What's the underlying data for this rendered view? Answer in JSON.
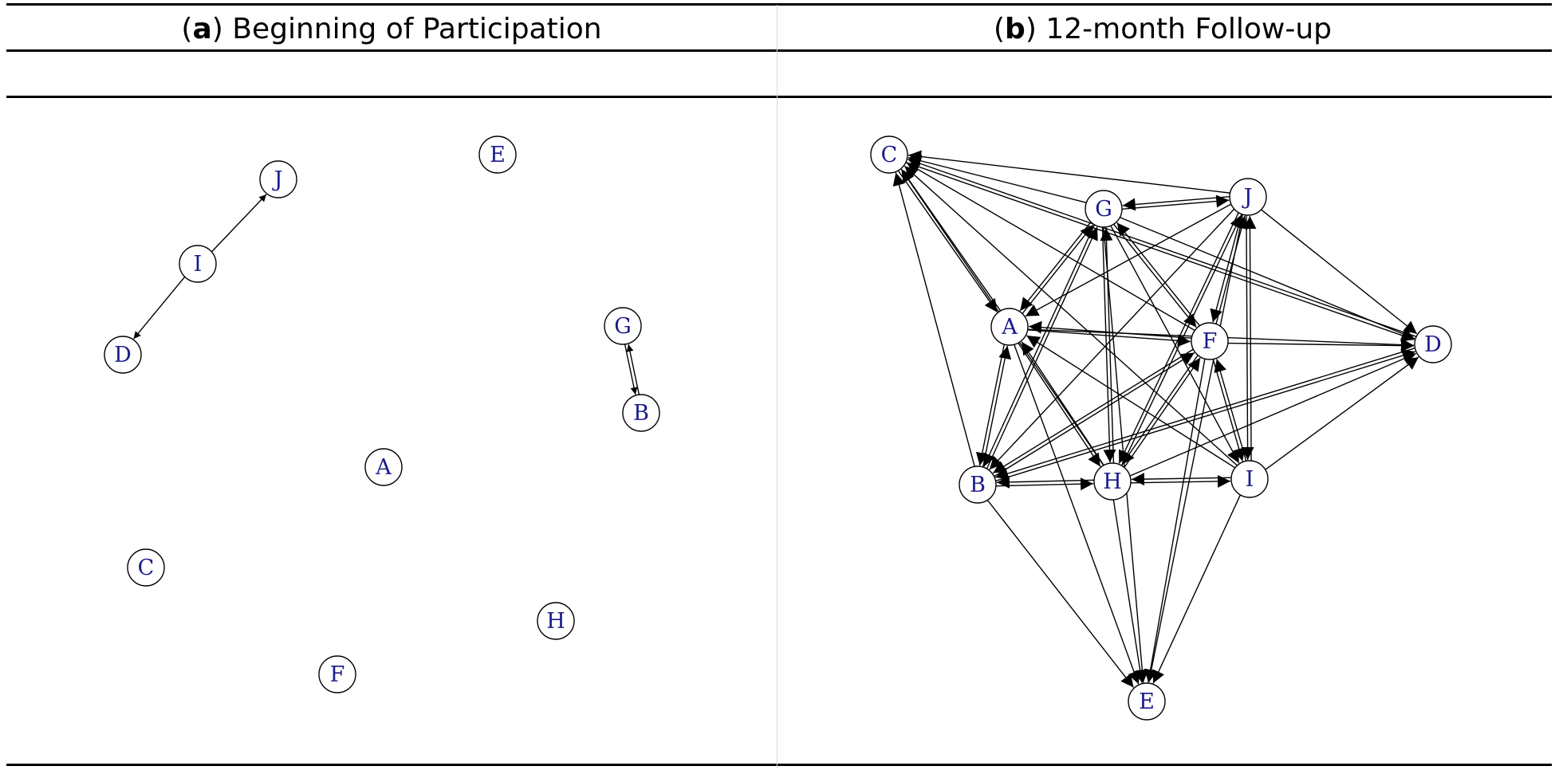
{
  "panel_a": {
    "letter": "a",
    "title": "Beginning of Participation",
    "nodes": [
      "J",
      "E",
      "I",
      "D",
      "G",
      "B",
      "A",
      "C",
      "H",
      "F"
    ],
    "edges": [
      {
        "from": "I",
        "to": "J"
      },
      {
        "from": "I",
        "to": "D"
      },
      {
        "from": "G",
        "to": "B"
      },
      {
        "from": "B",
        "to": "G"
      }
    ]
  },
  "panel_b": {
    "letter": "b",
    "title": "12-month Follow-up",
    "nodes": [
      "C",
      "G",
      "J",
      "A",
      "F",
      "D",
      "B",
      "H",
      "I",
      "E"
    ],
    "edges": [
      {
        "from": "J",
        "to": "C"
      },
      {
        "from": "G",
        "to": "C"
      },
      {
        "from": "F",
        "to": "C"
      },
      {
        "from": "D",
        "to": "C"
      },
      {
        "from": "I",
        "to": "C"
      },
      {
        "from": "A",
        "to": "C"
      },
      {
        "from": "B",
        "to": "C"
      },
      {
        "from": "H",
        "to": "C"
      },
      {
        "from": "J",
        "to": "G"
      },
      {
        "from": "G",
        "to": "J"
      },
      {
        "from": "C",
        "to": "A"
      },
      {
        "from": "C",
        "to": "D"
      },
      {
        "from": "G",
        "to": "D"
      },
      {
        "from": "J",
        "to": "D"
      },
      {
        "from": "F",
        "to": "D"
      },
      {
        "from": "A",
        "to": "D"
      },
      {
        "from": "B",
        "to": "D"
      },
      {
        "from": "H",
        "to": "D"
      },
      {
        "from": "I",
        "to": "D"
      },
      {
        "from": "J",
        "to": "A"
      },
      {
        "from": "F",
        "to": "A"
      },
      {
        "from": "A",
        "to": "F"
      },
      {
        "from": "G",
        "to": "A"
      },
      {
        "from": "A",
        "to": "G"
      },
      {
        "from": "B",
        "to": "A"
      },
      {
        "from": "A",
        "to": "B"
      },
      {
        "from": "H",
        "to": "A"
      },
      {
        "from": "A",
        "to": "H"
      },
      {
        "from": "I",
        "to": "A"
      },
      {
        "from": "G",
        "to": "F"
      },
      {
        "from": "F",
        "to": "G"
      },
      {
        "from": "J",
        "to": "F"
      },
      {
        "from": "F",
        "to": "J"
      },
      {
        "from": "G",
        "to": "B"
      },
      {
        "from": "B",
        "to": "G"
      },
      {
        "from": "G",
        "to": "H"
      },
      {
        "from": "H",
        "to": "G"
      },
      {
        "from": "G",
        "to": "I"
      },
      {
        "from": "J",
        "to": "B"
      },
      {
        "from": "J",
        "to": "H"
      },
      {
        "from": "H",
        "to": "J"
      },
      {
        "from": "J",
        "to": "I"
      },
      {
        "from": "I",
        "to": "J"
      },
      {
        "from": "J",
        "to": "E"
      },
      {
        "from": "F",
        "to": "B"
      },
      {
        "from": "B",
        "to": "F"
      },
      {
        "from": "F",
        "to": "H"
      },
      {
        "from": "H",
        "to": "F"
      },
      {
        "from": "F",
        "to": "I"
      },
      {
        "from": "I",
        "to": "F"
      },
      {
        "from": "F",
        "to": "E"
      },
      {
        "from": "B",
        "to": "H"
      },
      {
        "from": "H",
        "to": "B"
      },
      {
        "from": "H",
        "to": "I"
      },
      {
        "from": "I",
        "to": "H"
      },
      {
        "from": "B",
        "to": "E"
      },
      {
        "from": "H",
        "to": "E"
      },
      {
        "from": "I",
        "to": "E"
      },
      {
        "from": "A",
        "to": "E"
      },
      {
        "from": "G",
        "to": "E"
      },
      {
        "from": "D",
        "to": "B"
      }
    ]
  },
  "colors": {
    "node_label": "#1a1a8c",
    "edge": "#000000",
    "node_fill": "#ffffff"
  }
}
